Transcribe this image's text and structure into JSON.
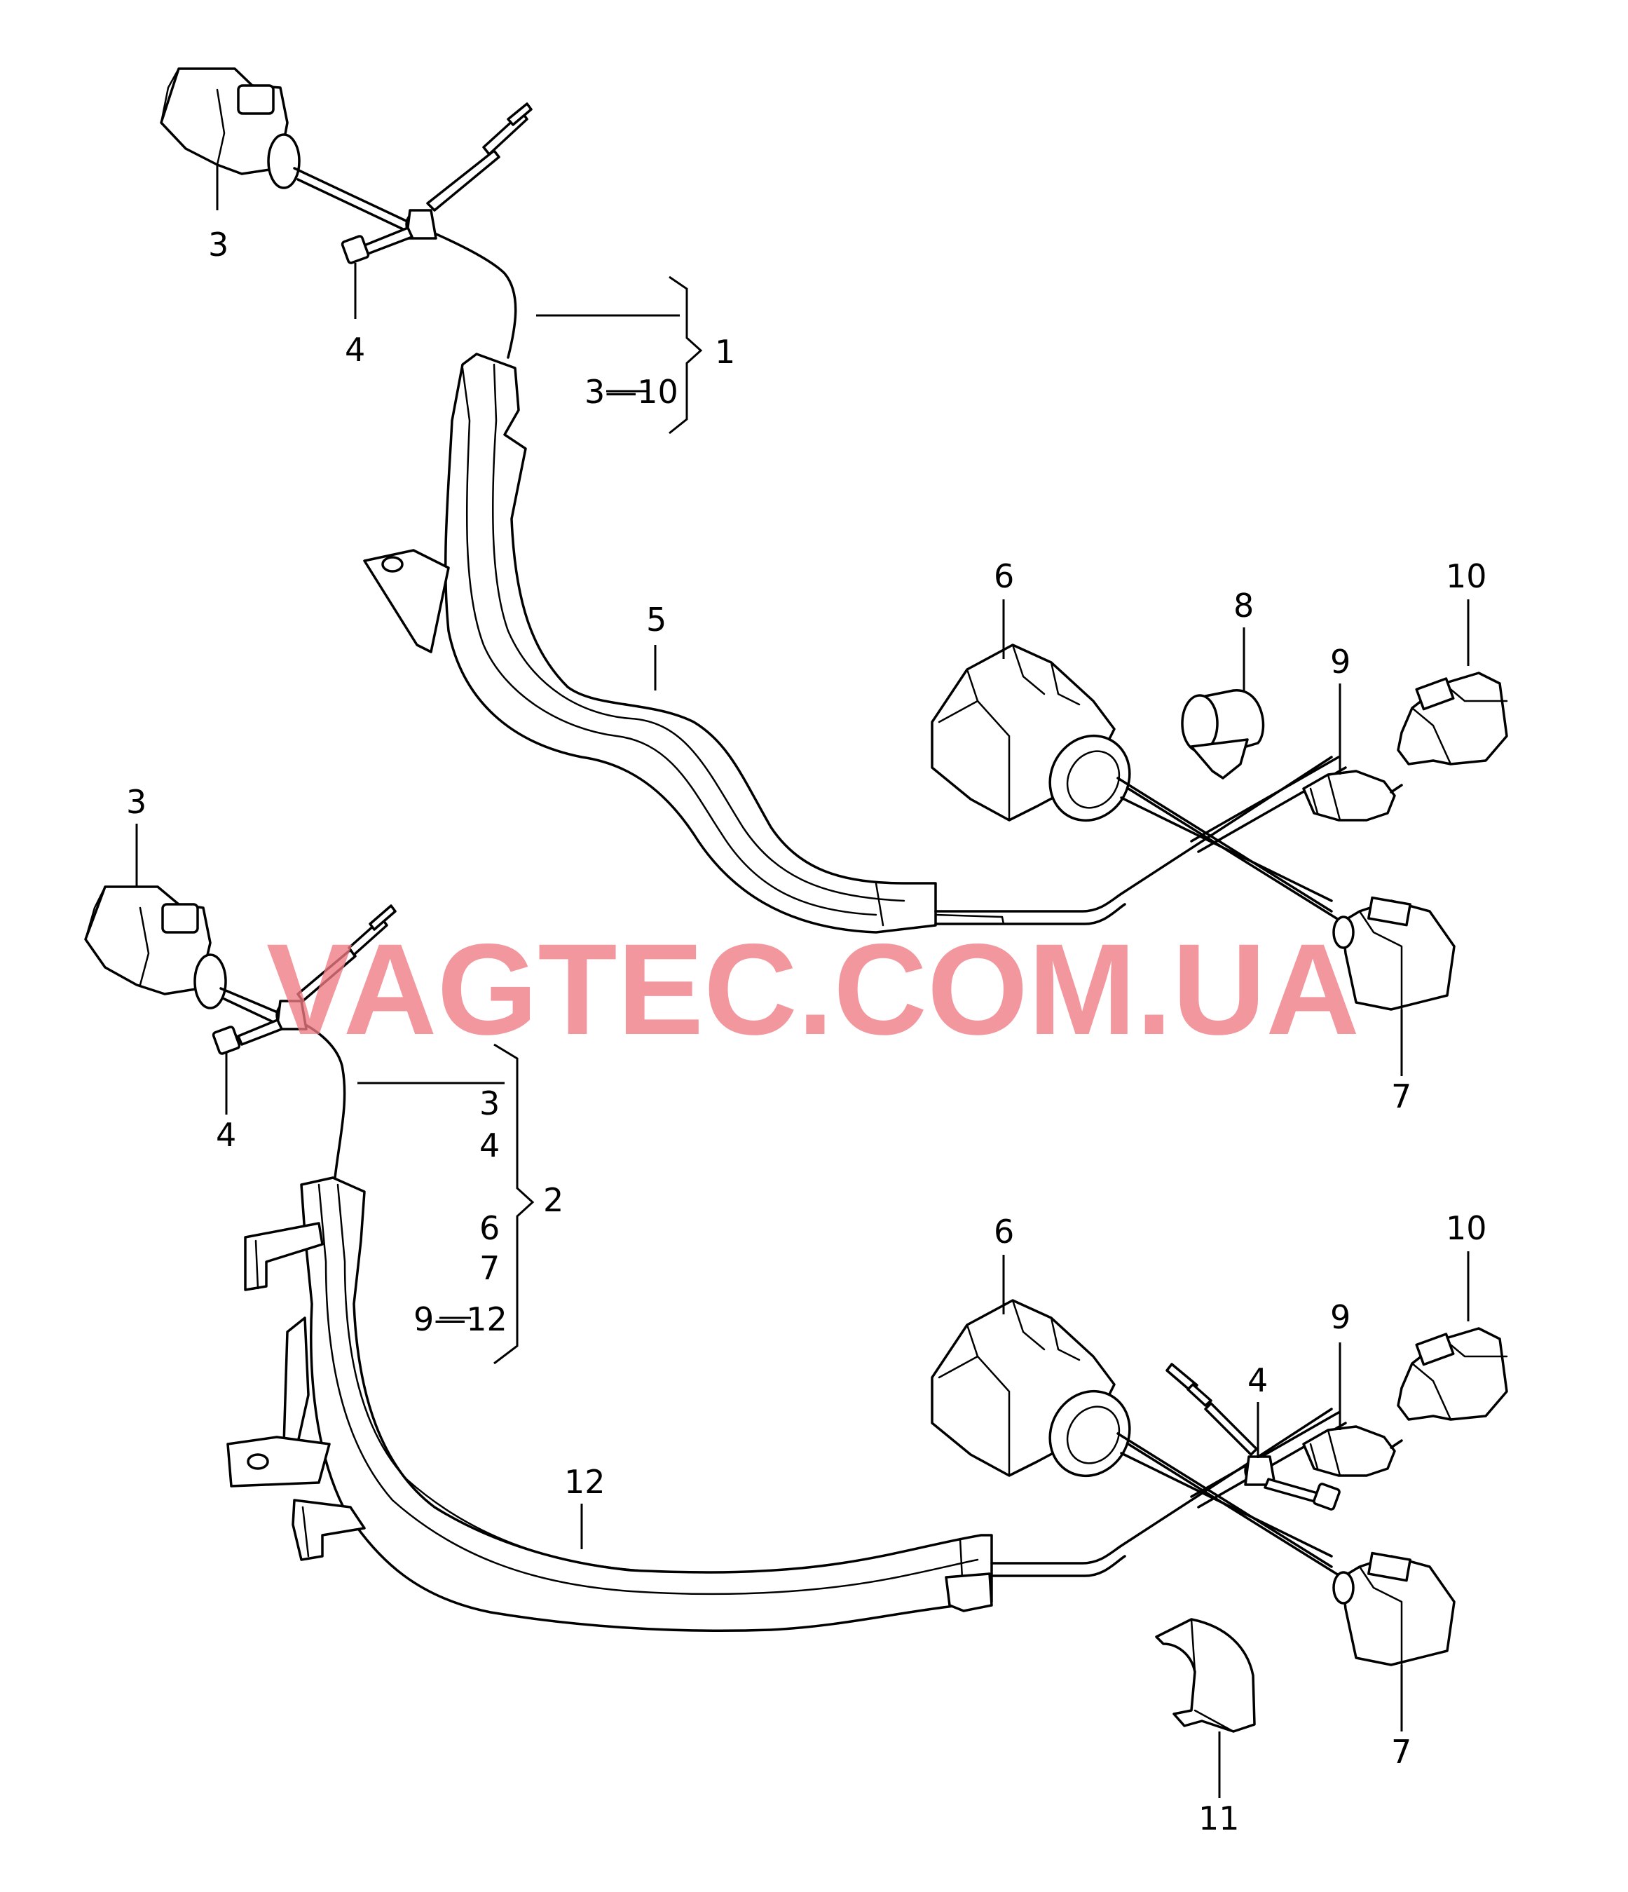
{
  "callouts": {
    "upper": {
      "c3": "3",
      "c4": "4",
      "c5": "5",
      "c6": "6",
      "c7": "7",
      "c8": "8",
      "c9": "9",
      "c10": "10",
      "assembly": "1",
      "range": "3—10"
    },
    "lower": {
      "c3": "3",
      "c4a": "4",
      "c4b": "4",
      "c6": "6",
      "c7": "7",
      "c9": "9",
      "c10": "10",
      "c11": "11",
      "c12": "12",
      "assembly": "2",
      "list": [
        "3",
        "4",
        "6",
        "7",
        "9—12"
      ]
    }
  },
  "watermark": "VAGTEC.COM.UA",
  "colors": {
    "line": "#000000",
    "background": "#ffffff",
    "watermark": "#f07a84"
  }
}
